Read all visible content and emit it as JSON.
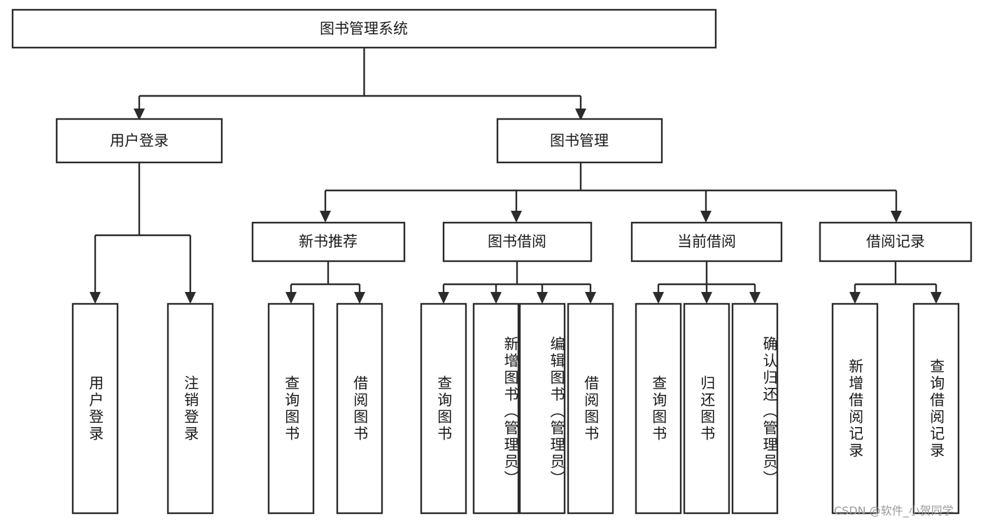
{
  "diagram": {
    "type": "tree-hierarchy-chart",
    "title": "图书管理系统",
    "background_color": "#ffffff",
    "line_color": "#2b2b2b",
    "text_color": "#1a1a1a",
    "levels": {
      "root": {
        "label": "图书管理系统"
      },
      "level2": [
        {
          "id": "user-login",
          "label": "用户登录"
        },
        {
          "id": "book-management",
          "label": "图书管理"
        }
      ],
      "level3": [
        {
          "id": "new-book-recommend",
          "label": "新书推荐",
          "parent": "book-management"
        },
        {
          "id": "book-borrow",
          "label": "图书借阅",
          "parent": "book-management"
        },
        {
          "id": "current-borrow",
          "label": "当前借阅",
          "parent": "book-management"
        },
        {
          "id": "borrow-record",
          "label": "借阅记录",
          "parent": "book-management"
        }
      ],
      "leaves": [
        {
          "id": "leaf-user-login",
          "label": "用户登录",
          "parent": "user-login"
        },
        {
          "id": "leaf-logout-login",
          "label": "注销登录",
          "parent": "user-login"
        },
        {
          "id": "leaf-query-book-1",
          "label": "查询图书",
          "parent": "new-book-recommend"
        },
        {
          "id": "leaf-borrow-book-1",
          "label": "借阅图书",
          "parent": "new-book-recommend"
        },
        {
          "id": "leaf-query-book-2",
          "label": "查询图书",
          "parent": "book-borrow"
        },
        {
          "id": "leaf-add-book",
          "label": "新增图书（管理员）",
          "parent": "book-borrow"
        },
        {
          "id": "leaf-edit-book",
          "label": "编辑图书（管理员）",
          "parent": "book-borrow"
        },
        {
          "id": "leaf-borrow-book-2",
          "label": "借阅图书",
          "parent": "book-borrow"
        },
        {
          "id": "leaf-query-book-3",
          "label": "查询图书",
          "parent": "current-borrow"
        },
        {
          "id": "leaf-return-book",
          "label": "归还图书",
          "parent": "current-borrow"
        },
        {
          "id": "leaf-confirm-return",
          "label": "确认归还（管理员）",
          "parent": "current-borrow"
        },
        {
          "id": "leaf-add-record",
          "label": "新增借阅记录",
          "parent": "borrow-record"
        },
        {
          "id": "leaf-query-record",
          "label": "查询借阅记录",
          "parent": "borrow-record"
        }
      ]
    }
  },
  "watermark": {
    "text": "CSDN @软件_小贺同学"
  }
}
